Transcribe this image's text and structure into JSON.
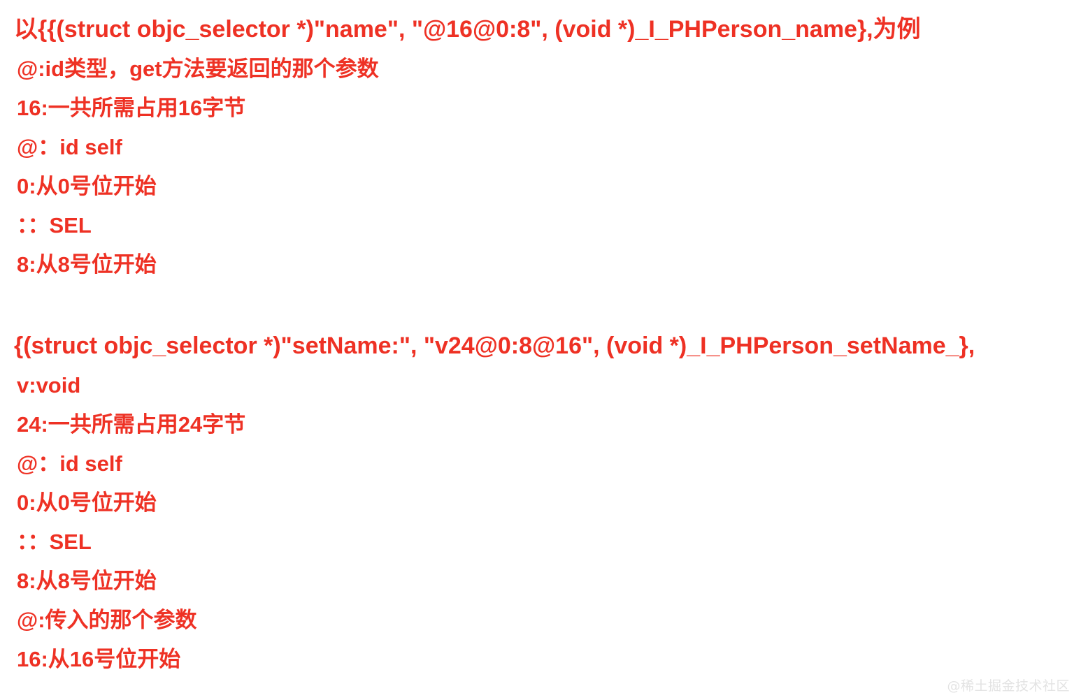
{
  "page": {
    "background_color": "#ffffff",
    "text_color": "#ee3124",
    "watermark_color": "#e3e3e3"
  },
  "blocks": [
    {
      "id": "getter-block",
      "signature": "以{{(struct objc_selector *)\"name\", \"@16@0:8\", (void *)_I_PHPerson_name},为例",
      "explanations": [
        "@:id类型，get方法要返回的那个参数",
        "16:一共所需占用16字节",
        "@：id self",
        "0:从0号位开始",
        "：：SEL",
        "8:从8号位开始"
      ]
    },
    {
      "id": "setter-block",
      "signature": "{(struct objc_selector *)\"setName:\", \"v24@0:8@16\", (void *)_I_PHPerson_setName_},",
      "explanations": [
        "v:void",
        "24:一共所需占用24字节",
        "@：id self",
        "0:从0号位开始",
        "：：SEL",
        "8:从8号位开始",
        "@:传入的那个参数",
        "16:从16号位开始"
      ]
    }
  ],
  "watermark": {
    "text": "@稀土掘金技术社区"
  }
}
